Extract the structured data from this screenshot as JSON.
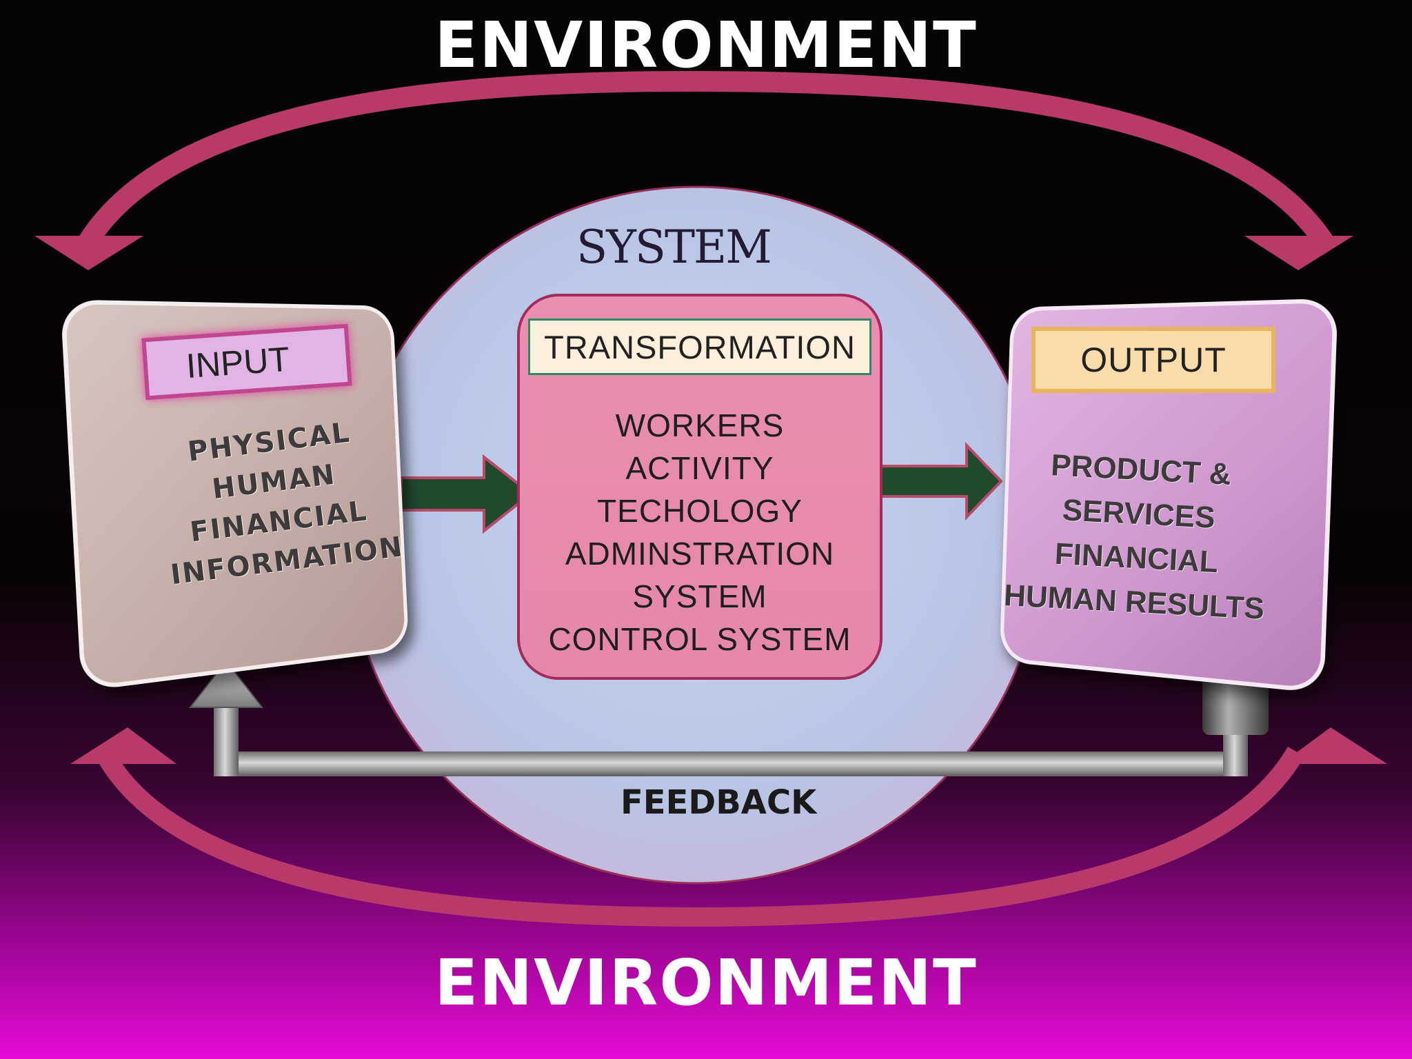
{
  "environment": {
    "top_label": "ENVIRONMENT",
    "bottom_label": "ENVIRONMENT"
  },
  "system": {
    "label": "SYSTEM"
  },
  "input": {
    "label": "INPUT",
    "items": [
      "PHYSICAL",
      "HUMAN",
      "FINANCIAL",
      "INFORMATION"
    ]
  },
  "transformation": {
    "label": "TRANSFORMATION",
    "items": [
      "WORKERS",
      "ACTIVITY",
      "TECHOLOGY",
      "ADMINSTRATION",
      "SYSTEM",
      "CONTROL SYSTEM"
    ]
  },
  "output": {
    "label": "OUTPUT",
    "items": [
      "PRODUCT &",
      "SERVICES",
      "FINANCIAL",
      "HUMAN RESULTS"
    ]
  },
  "feedback": {
    "label": "FEEDBACK"
  },
  "colors": {
    "environment_arrow": "#b83a6a",
    "system_circle": "#bccbe9",
    "flow_arrow": "#1f4a2c",
    "feedback_pipe": "#a0a0a0"
  }
}
